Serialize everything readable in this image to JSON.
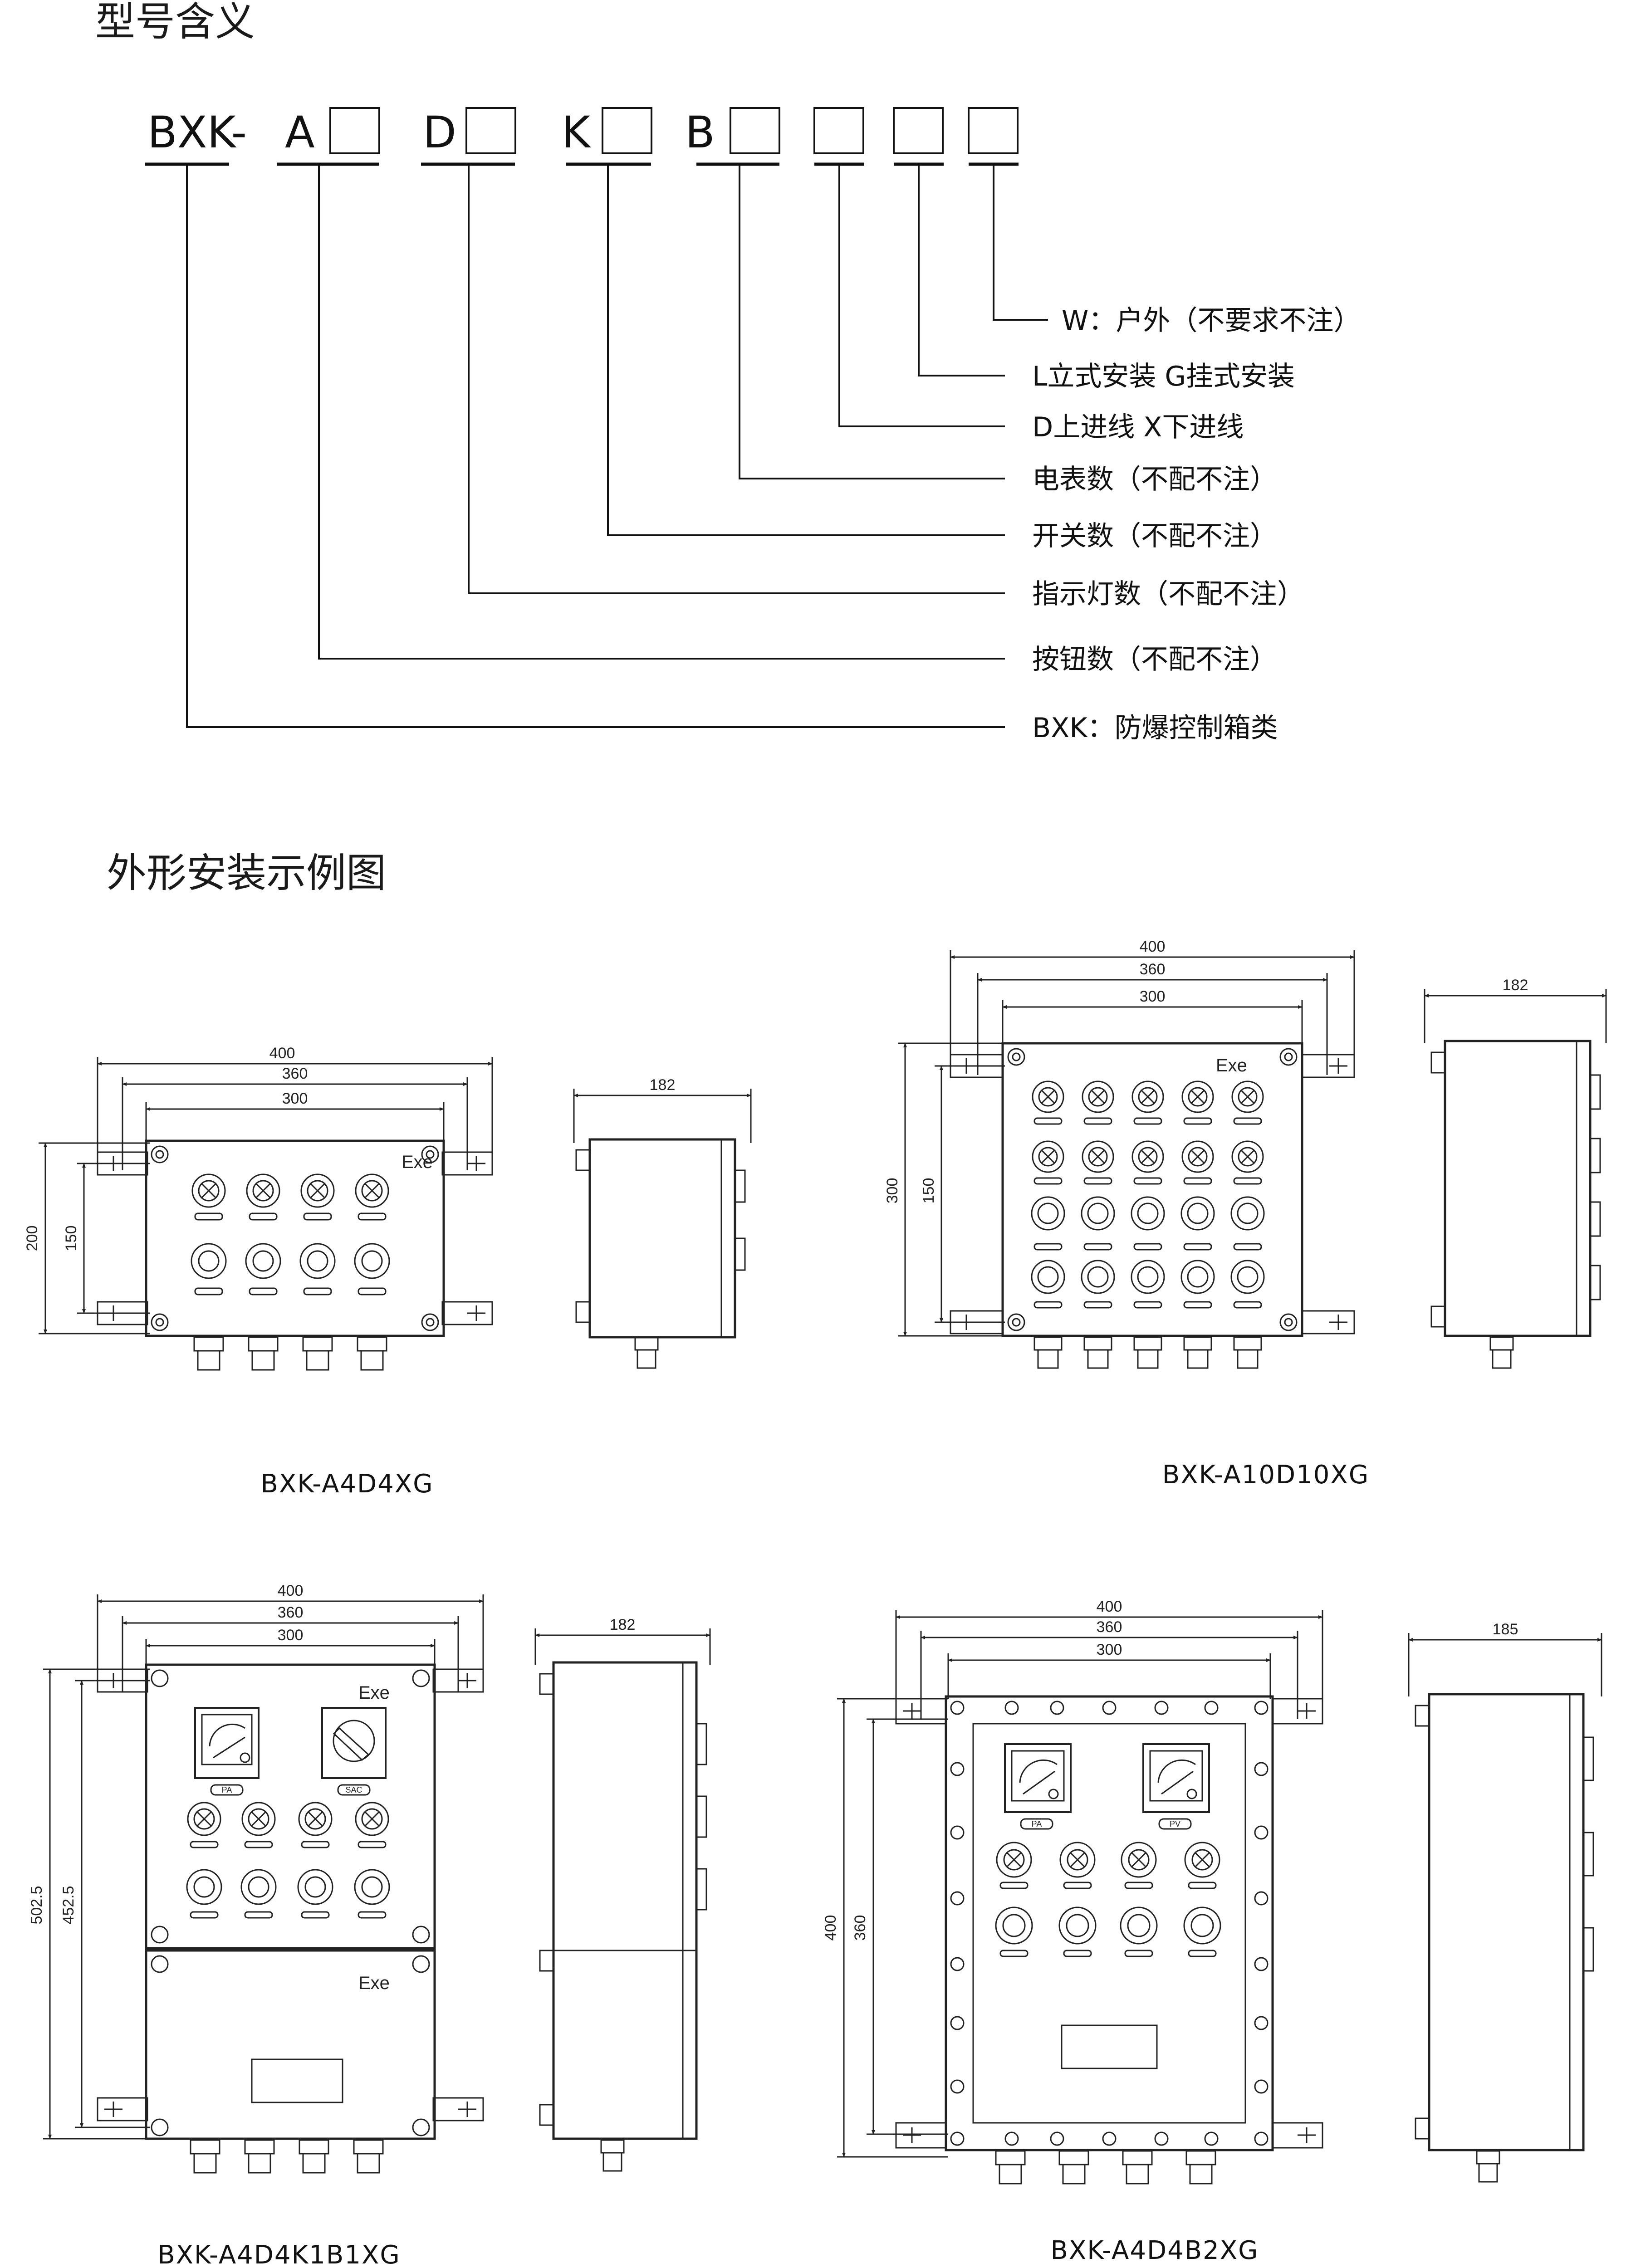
{
  "sections": {
    "model_meaning": "型号含义",
    "installation_examples": "外形安装示例图"
  },
  "code": {
    "prefix": "BXK-",
    "letters": [
      "A",
      "D",
      "K",
      "B"
    ]
  },
  "legend": [
    "W：户外（不要求不注）",
    "L立式安装   G挂式安装",
    "D上进线    X下进线",
    "电表数（不配不注）",
    "开关数（不配不注）",
    "指示灯数（不配不注）",
    "按钮数（不配不注）",
    "BXK：防爆控制箱类"
  ],
  "drawings": [
    {
      "caption": "BXK-A4D4XG",
      "width_dims": [
        "400",
        "360",
        "300"
      ],
      "height_dims": [
        "200",
        "150"
      ],
      "side_depth": "182",
      "label": "Exe"
    },
    {
      "caption": "BXK-A10D10XG",
      "width_dims": [
        "400",
        "360",
        "300"
      ],
      "height_dims": [
        "300",
        "150"
      ],
      "side_depth": "182",
      "label": "Exe"
    },
    {
      "caption": "BXK-A4D4K1B1XG",
      "width_dims": [
        "400",
        "360",
        "300"
      ],
      "height_dims": [
        "502.5",
        "452.5"
      ],
      "side_depth": "182",
      "label": "Exe",
      "label2": "Exe",
      "meter_tags": [
        "PA",
        "SAC"
      ]
    },
    {
      "caption": "BXK-A4D4B2XG",
      "width_dims": [
        "400",
        "360",
        "300"
      ],
      "height_dims": [
        "400",
        "360"
      ],
      "side_depth": "185",
      "meter_tags": [
        "PA",
        "PV"
      ]
    }
  ]
}
